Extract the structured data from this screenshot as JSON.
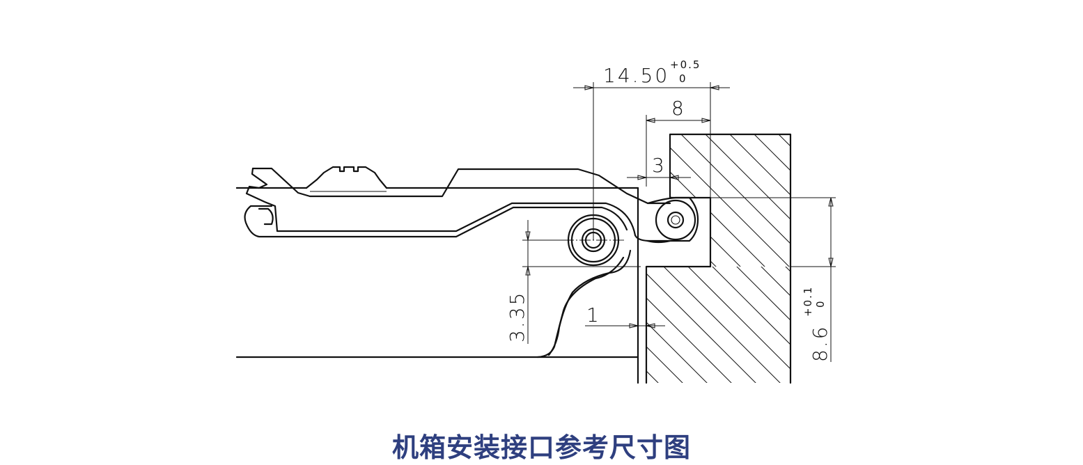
{
  "caption": "机箱安装接口参考尺寸图",
  "dimensions": {
    "width_total": {
      "value": "14.50",
      "tol_upper": "+0.5",
      "tol_lower": "0"
    },
    "width_8": {
      "value": "8"
    },
    "gap_3": {
      "value": "3"
    },
    "gap_1": {
      "value": "1"
    },
    "height_335": {
      "value": "3.35"
    },
    "height_86": {
      "value": "8.6",
      "tol_upper": "+0.1",
      "tol_lower": "0"
    }
  },
  "colors": {
    "line": "#111111",
    "caption": "#2e3f7f",
    "background": "#ffffff"
  }
}
